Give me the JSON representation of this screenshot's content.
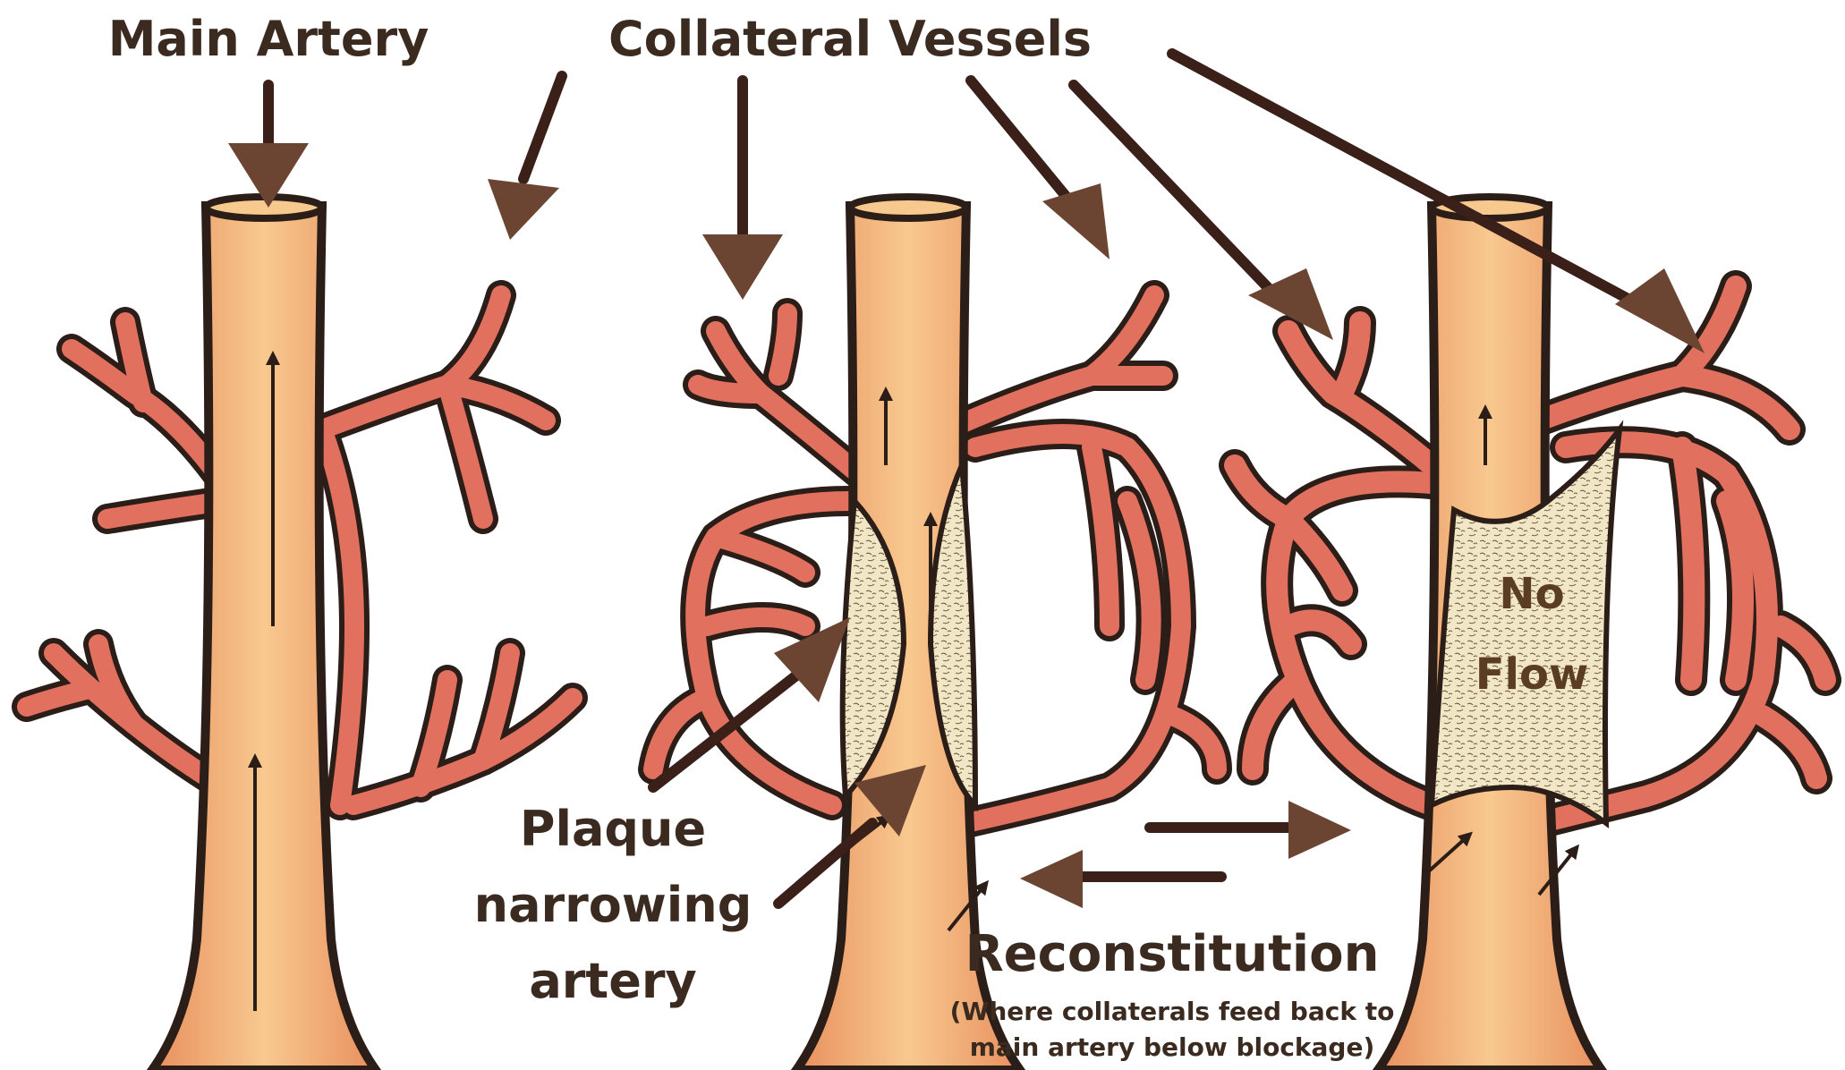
{
  "labels": {
    "main_artery": "Main Artery",
    "collateral_vessels": "Collateral Vessels",
    "plaque_line1": "Plaque",
    "plaque_line2": "narrowing",
    "plaque_line3": "artery",
    "no_flow_line1": "No",
    "no_flow_line2": "Flow",
    "reconstitution": "Reconstitution",
    "reconstitution_note_line1": "(Where collaterals feed back to",
    "reconstitution_note_line2": "main artery below blockage)"
  },
  "colors": {
    "artery_fill": "#f2a56e",
    "artery_highlight": "#f8c98f",
    "vessel_fill": "#e2705f",
    "outline": "#2b1d17",
    "plaque": "#f1e6c6",
    "arrow": "#6b4532",
    "arrow_shaft": "#3a2018",
    "text": "#3a2a1f"
  },
  "icons": {
    "pointer": "arrow-icon",
    "flow": "flow-arrow-icon"
  }
}
